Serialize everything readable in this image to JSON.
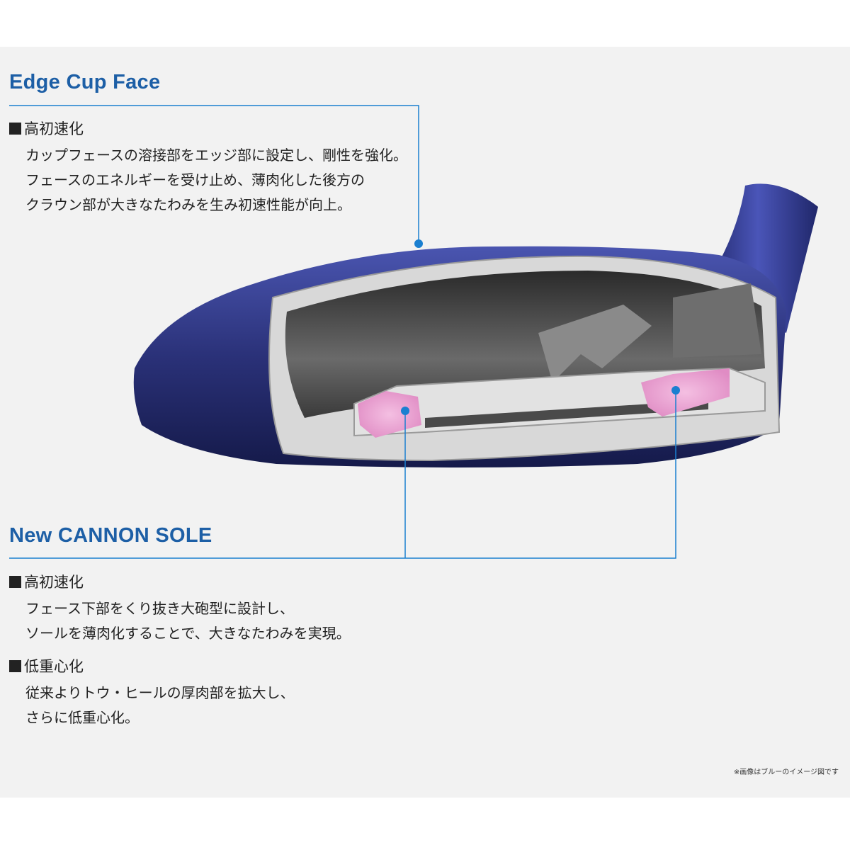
{
  "edge_cup": {
    "title": "Edge Cup Face",
    "subheading": "高初速化",
    "lines": [
      "カップフェースの溶接部をエッジ部に設定し、剛性を強化。",
      "フェースのエネルギーを受け止め、薄肉化した後方の",
      "クラウン部が大きなたわみを生み初速性能が向上。"
    ]
  },
  "cannon_sole": {
    "title": "New CANNON SOLE",
    "sections": [
      {
        "subheading": "高初速化",
        "lines": [
          "フェース下部をくり抜き大砲型に設計し、",
          "ソールを薄肉化することで、大きなたわみを実現。"
        ]
      },
      {
        "subheading": "低重心化",
        "lines": [
          "従来よりトウ・ヒールの厚肉部を拡大し、",
          "さらに低重心化。"
        ]
      }
    ]
  },
  "footnote": "※画像はブルーのイメージ図です",
  "colors": {
    "heading_blue": "#1d5fa6",
    "callout_blue": "#1a7fd0",
    "club_navy": "#2a3178",
    "cannon_pink": "#e9a6d2"
  }
}
